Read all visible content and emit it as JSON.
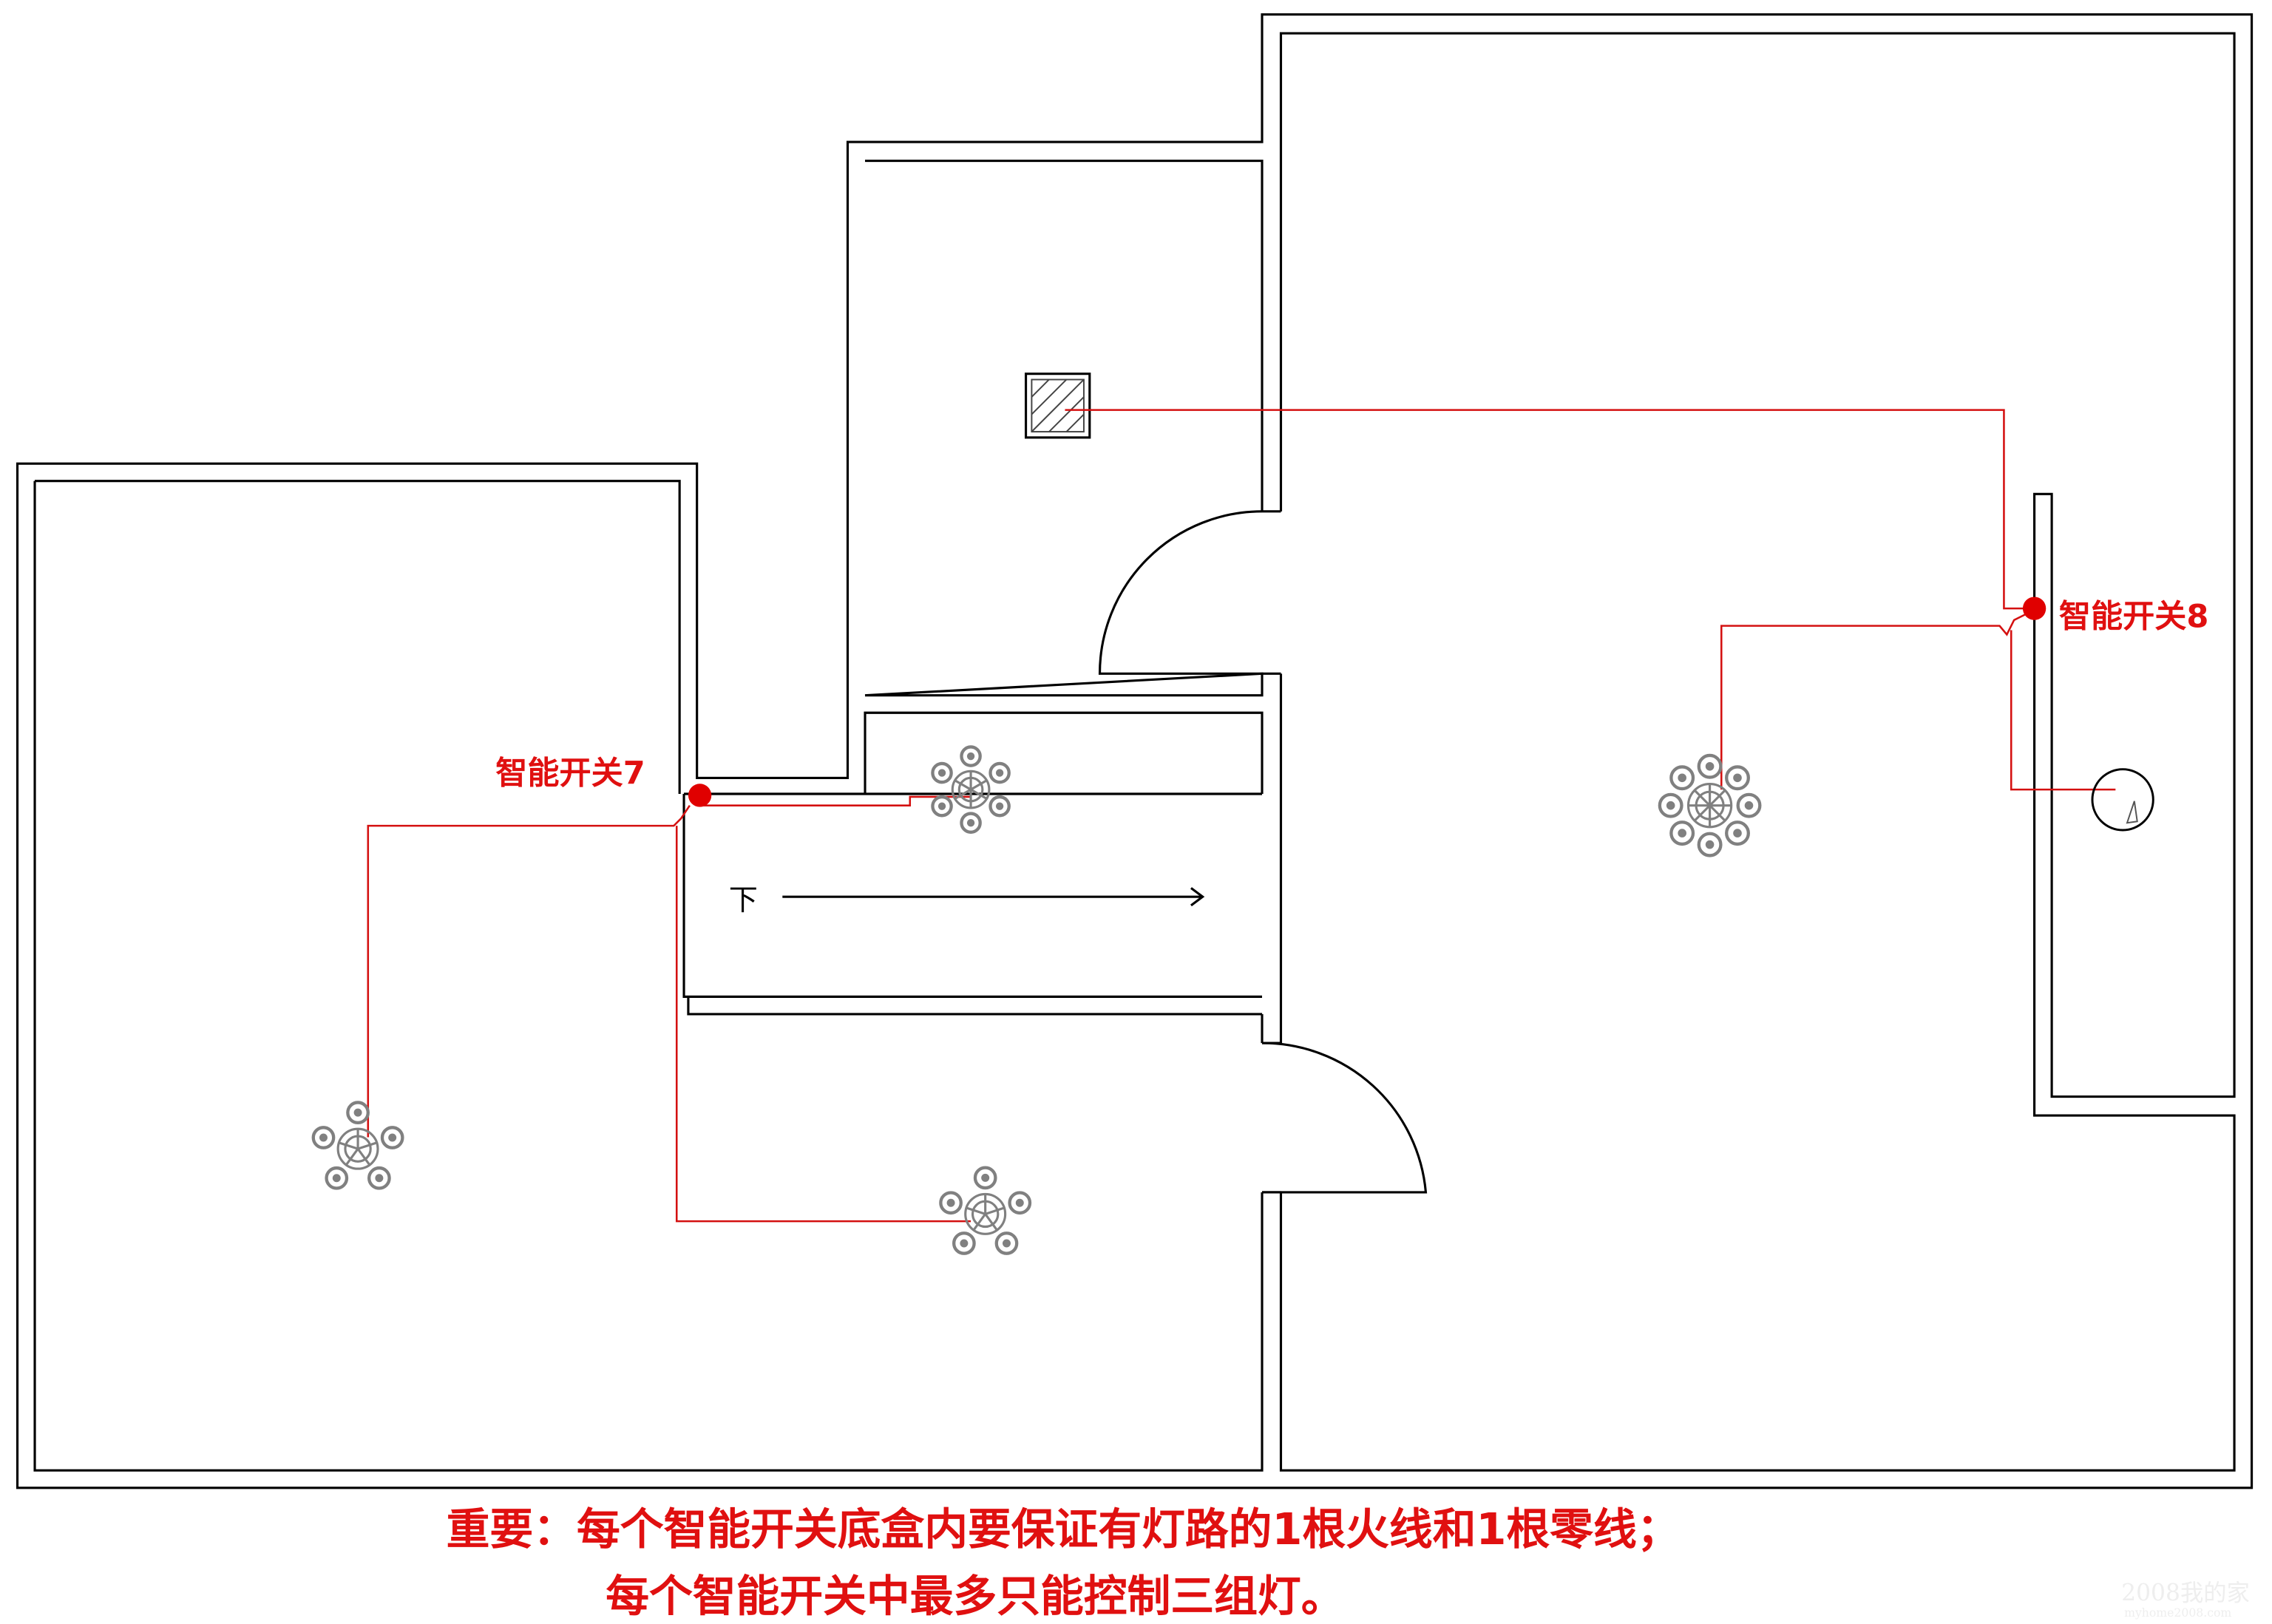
{
  "switches": [
    {
      "label": "智能开关7"
    },
    {
      "label": "智能开关8"
    }
  ],
  "stair_label": "下",
  "notice": {
    "line1": "重要：每个智能开关底盒内要保证有灯路的1根火线和1根零线；",
    "line2": "每个智能开关中最多只能控制三组灯。"
  },
  "watermark": {
    "line1": "2008我的家",
    "line2": "myhome2008.com"
  },
  "colors": {
    "wire": "#d41010",
    "switch": "#e00000",
    "lamp": "#808080"
  }
}
